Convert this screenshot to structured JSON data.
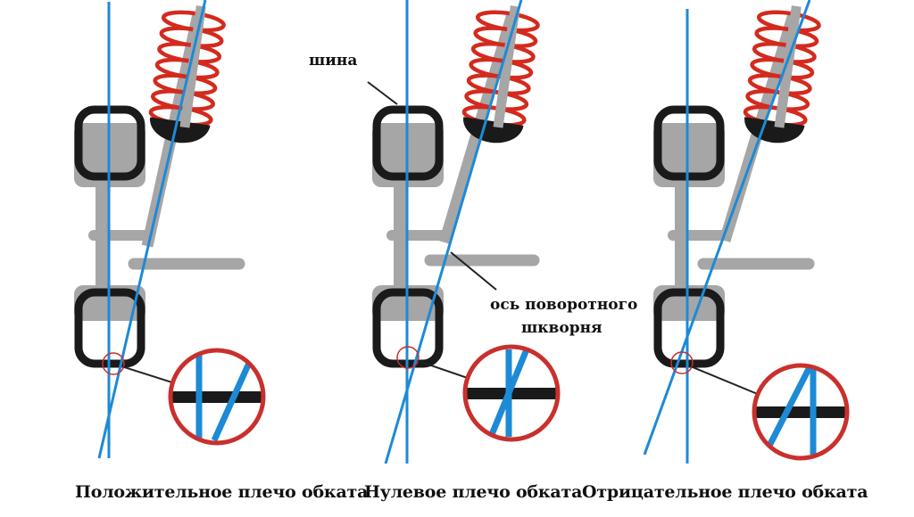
{
  "labels": {
    "tire": "шина",
    "kingpin_axis_line1": "ось поворотного",
    "kingpin_axis_line2": "шкворня"
  },
  "captions": {
    "positive": "Положительное плечо обката",
    "zero": "Нулевое плечо обката",
    "negative": "Отрицательное плечо обката"
  },
  "colors": {
    "axis_line": "#1d8ad6",
    "spring": "#d42a1e",
    "tire": "#1a1a1a",
    "suspension": "#a6a6a6",
    "zoom_circle": "#c9302c"
  }
}
